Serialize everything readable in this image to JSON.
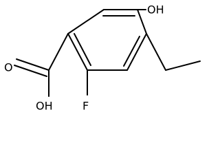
{
  "molecule": {
    "atoms": {
      "hydroxyl": "OH",
      "carbonyl_oxygen": "O",
      "acid_hydroxyl": "OH",
      "fluorine": "F"
    },
    "colors": {
      "bond": "#000000",
      "label": "#000000",
      "background": "#ffffff"
    }
  }
}
